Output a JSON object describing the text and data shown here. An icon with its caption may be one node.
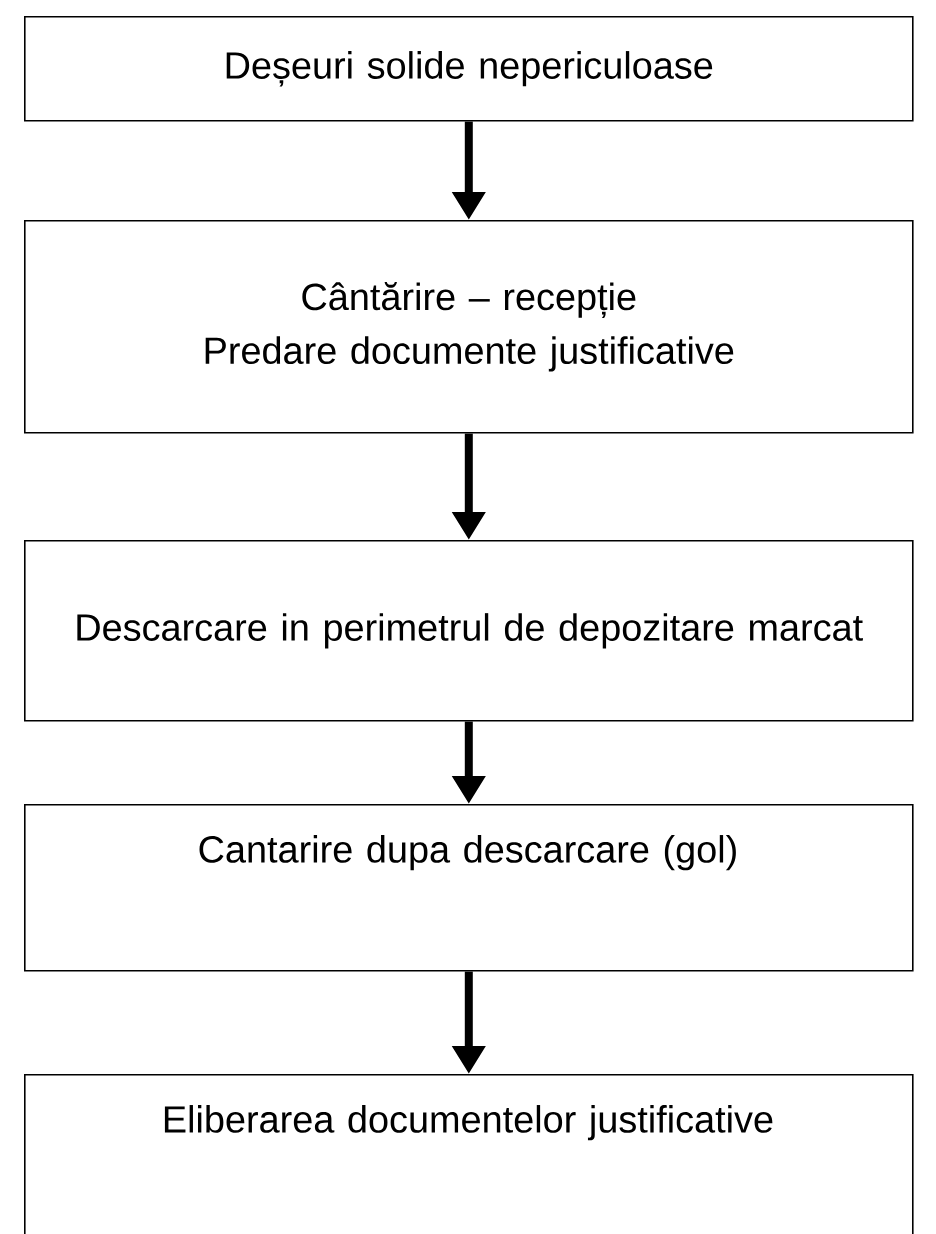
{
  "diagram": {
    "nodes": [
      {
        "text": [
          "Deșeuri solide nepericuloase"
        ]
      },
      {
        "text": [
          "Cântărire – recepție",
          "Predare documente justificative"
        ]
      },
      {
        "text": [
          "Descarcare in perimetrul de depozitare marcat"
        ]
      },
      {
        "text": [
          "Cantarire dupa descarcare (gol)"
        ]
      },
      {
        "text": [
          "Eliberarea documentelor justificative"
        ]
      }
    ],
    "edges": [
      {
        "from": 0,
        "to": 1,
        "arrow": "to"
      },
      {
        "from": 1,
        "to": 2,
        "arrow": "to"
      },
      {
        "from": 2,
        "to": 3,
        "arrow": "to"
      },
      {
        "from": 3,
        "to": 4,
        "arrow": "to"
      }
    ]
  }
}
